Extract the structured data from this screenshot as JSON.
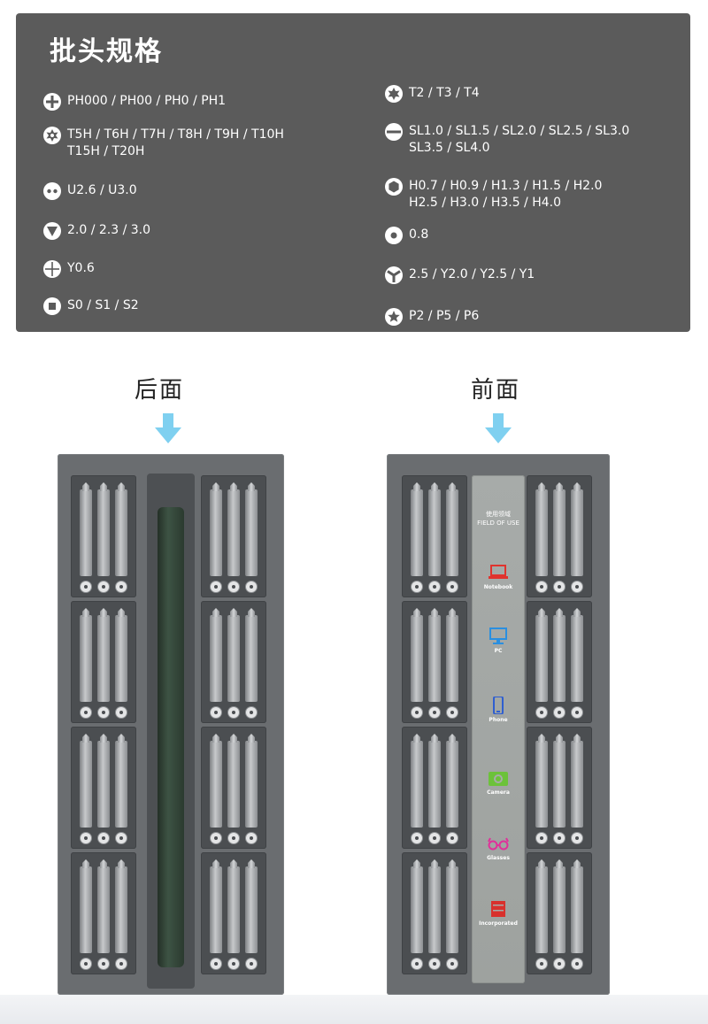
{
  "spec": {
    "title": "批头规格",
    "left": [
      {
        "icon": "phillips-icon",
        "lines": [
          "PH000 / PH00 / PH0 / PH1"
        ]
      },
      {
        "icon": "torx-h-icon",
        "lines": [
          "T5H / T6H / T7H / T8H / T9H / T10H",
          "T15H / T20H"
        ]
      },
      {
        "icon": "u-type-icon",
        "lines": [
          "U2.6 / U3.0"
        ]
      },
      {
        "icon": "triangle-icon",
        "lines": [
          "2.0 / 2.3 / 3.0"
        ]
      },
      {
        "icon": "cross-y-icon",
        "lines": [
          "Y0.6"
        ]
      },
      {
        "icon": "square-icon",
        "lines": [
          "S0 / S1 / S2"
        ]
      }
    ],
    "right": [
      {
        "icon": "torx-icon",
        "lines": [
          "T2 / T3 / T4"
        ]
      },
      {
        "icon": "slotted-icon",
        "lines": [
          "SL1.0 / SL1.5 / SL2.0 / SL2.5 / SL3.0",
          "SL3.5 / SL4.0"
        ]
      },
      {
        "icon": "hex-icon",
        "lines": [
          "H0.7 / H0.9 / H1.3 / H1.5 / H2.0",
          "H2.5 / H3.0 / H3.5 / H4.0"
        ]
      },
      {
        "icon": "center-dot-icon",
        "lines": [
          "0.8"
        ]
      },
      {
        "icon": "tri-wing-icon",
        "lines": [
          "2.5 / Y2.0 / Y2.5 / Y1"
        ]
      },
      {
        "icon": "pentalobe-icon",
        "lines": [
          "P2 / P5 / P6"
        ]
      }
    ]
  },
  "back": {
    "label": "后面"
  },
  "front": {
    "label": "前面",
    "strip_title_cn": "使用领域",
    "strip_title_en": "FIELD OF USE",
    "uses": [
      {
        "label": "Notebook",
        "icon": "laptop-icon",
        "color": "#e0332e"
      },
      {
        "label": "PC",
        "icon": "monitor-icon",
        "color": "#2a8fe0"
      },
      {
        "label": "Phone",
        "icon": "phone-icon",
        "color": "#2f5fd0"
      },
      {
        "label": "Camera",
        "icon": "camera-icon",
        "color": "#6cc23a"
      },
      {
        "label": "Glasses",
        "icon": "glasses-icon",
        "color": "#e0309a"
      },
      {
        "label": "Incorporated",
        "icon": "cabinet-icon",
        "color": "#d8302c"
      }
    ]
  },
  "colors": {
    "panel": "#5b5b5b",
    "case": "#6a6d70",
    "arrow": "#7fd0f0",
    "handle": "#2f4035"
  }
}
